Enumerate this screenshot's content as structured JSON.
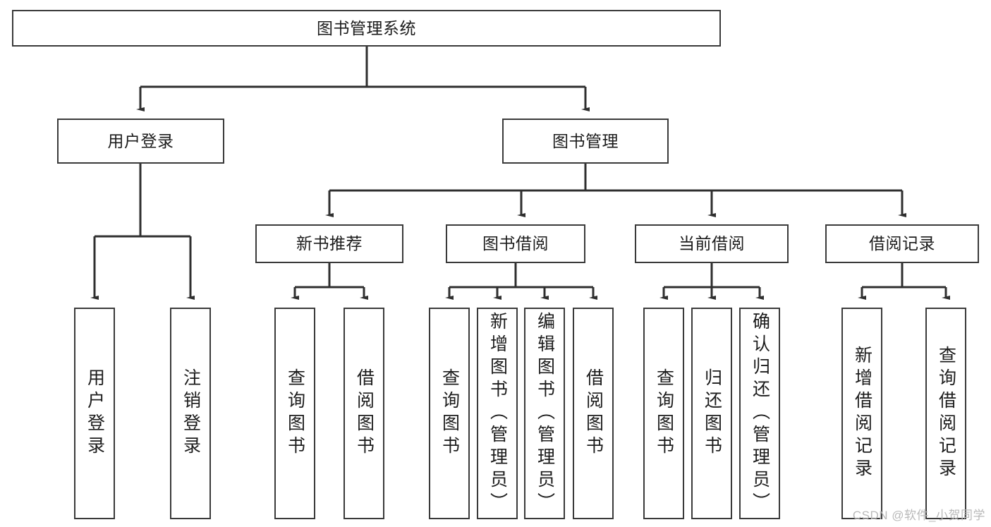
{
  "diagram": {
    "type": "tree",
    "title": "图书管理系统",
    "orientation": "top-down",
    "colors": {
      "background": "#ffffff",
      "node_fill": "#ffffff",
      "node_border": "#3a3a3a",
      "edge": "#2f2f2f",
      "text": "#1c1c1c",
      "watermark": "#b9b9b9"
    }
  },
  "watermark": {
    "text": "CSDN @软件_小贺同学"
  },
  "nodes": {
    "root": {
      "label": "图书管理系统"
    },
    "level2": [
      {
        "id": "user-login",
        "label": "用户登录"
      },
      {
        "id": "book-manage",
        "label": "图书管理"
      }
    ],
    "level3": [
      {
        "id": "new-book-recommend",
        "label": "新书推荐"
      },
      {
        "id": "book-borrow",
        "label": "图书借阅"
      },
      {
        "id": "current-borrow",
        "label": "当前借阅"
      },
      {
        "id": "borrow-record",
        "label": "借阅记录"
      }
    ],
    "leaves": {
      "user_login": [
        {
          "id": "leaf-user-login",
          "label": "用户登录"
        },
        {
          "id": "leaf-logout",
          "label": "注销登录"
        }
      ],
      "new_book_recommend": [
        {
          "id": "leaf-query-book-1",
          "label": "查询图书"
        },
        {
          "id": "leaf-borrow-book-1",
          "label": "借阅图书"
        }
      ],
      "book_borrow": [
        {
          "id": "leaf-query-book-2",
          "label": "查询图书"
        },
        {
          "id": "leaf-add-book",
          "label": "新增图书（管理员）"
        },
        {
          "id": "leaf-edit-book",
          "label": "编辑图书（管理员）"
        },
        {
          "id": "leaf-borrow-book-2",
          "label": "借阅图书"
        }
      ],
      "current_borrow": [
        {
          "id": "leaf-query-book-3",
          "label": "查询图书"
        },
        {
          "id": "leaf-return-book",
          "label": "归还图书"
        },
        {
          "id": "leaf-confirm-return",
          "label": "确认归还（管理员）"
        }
      ],
      "borrow_record": [
        {
          "id": "leaf-add-record",
          "label": "新增借阅记录"
        },
        {
          "id": "leaf-query-record",
          "label": "查询借阅记录"
        }
      ]
    }
  }
}
